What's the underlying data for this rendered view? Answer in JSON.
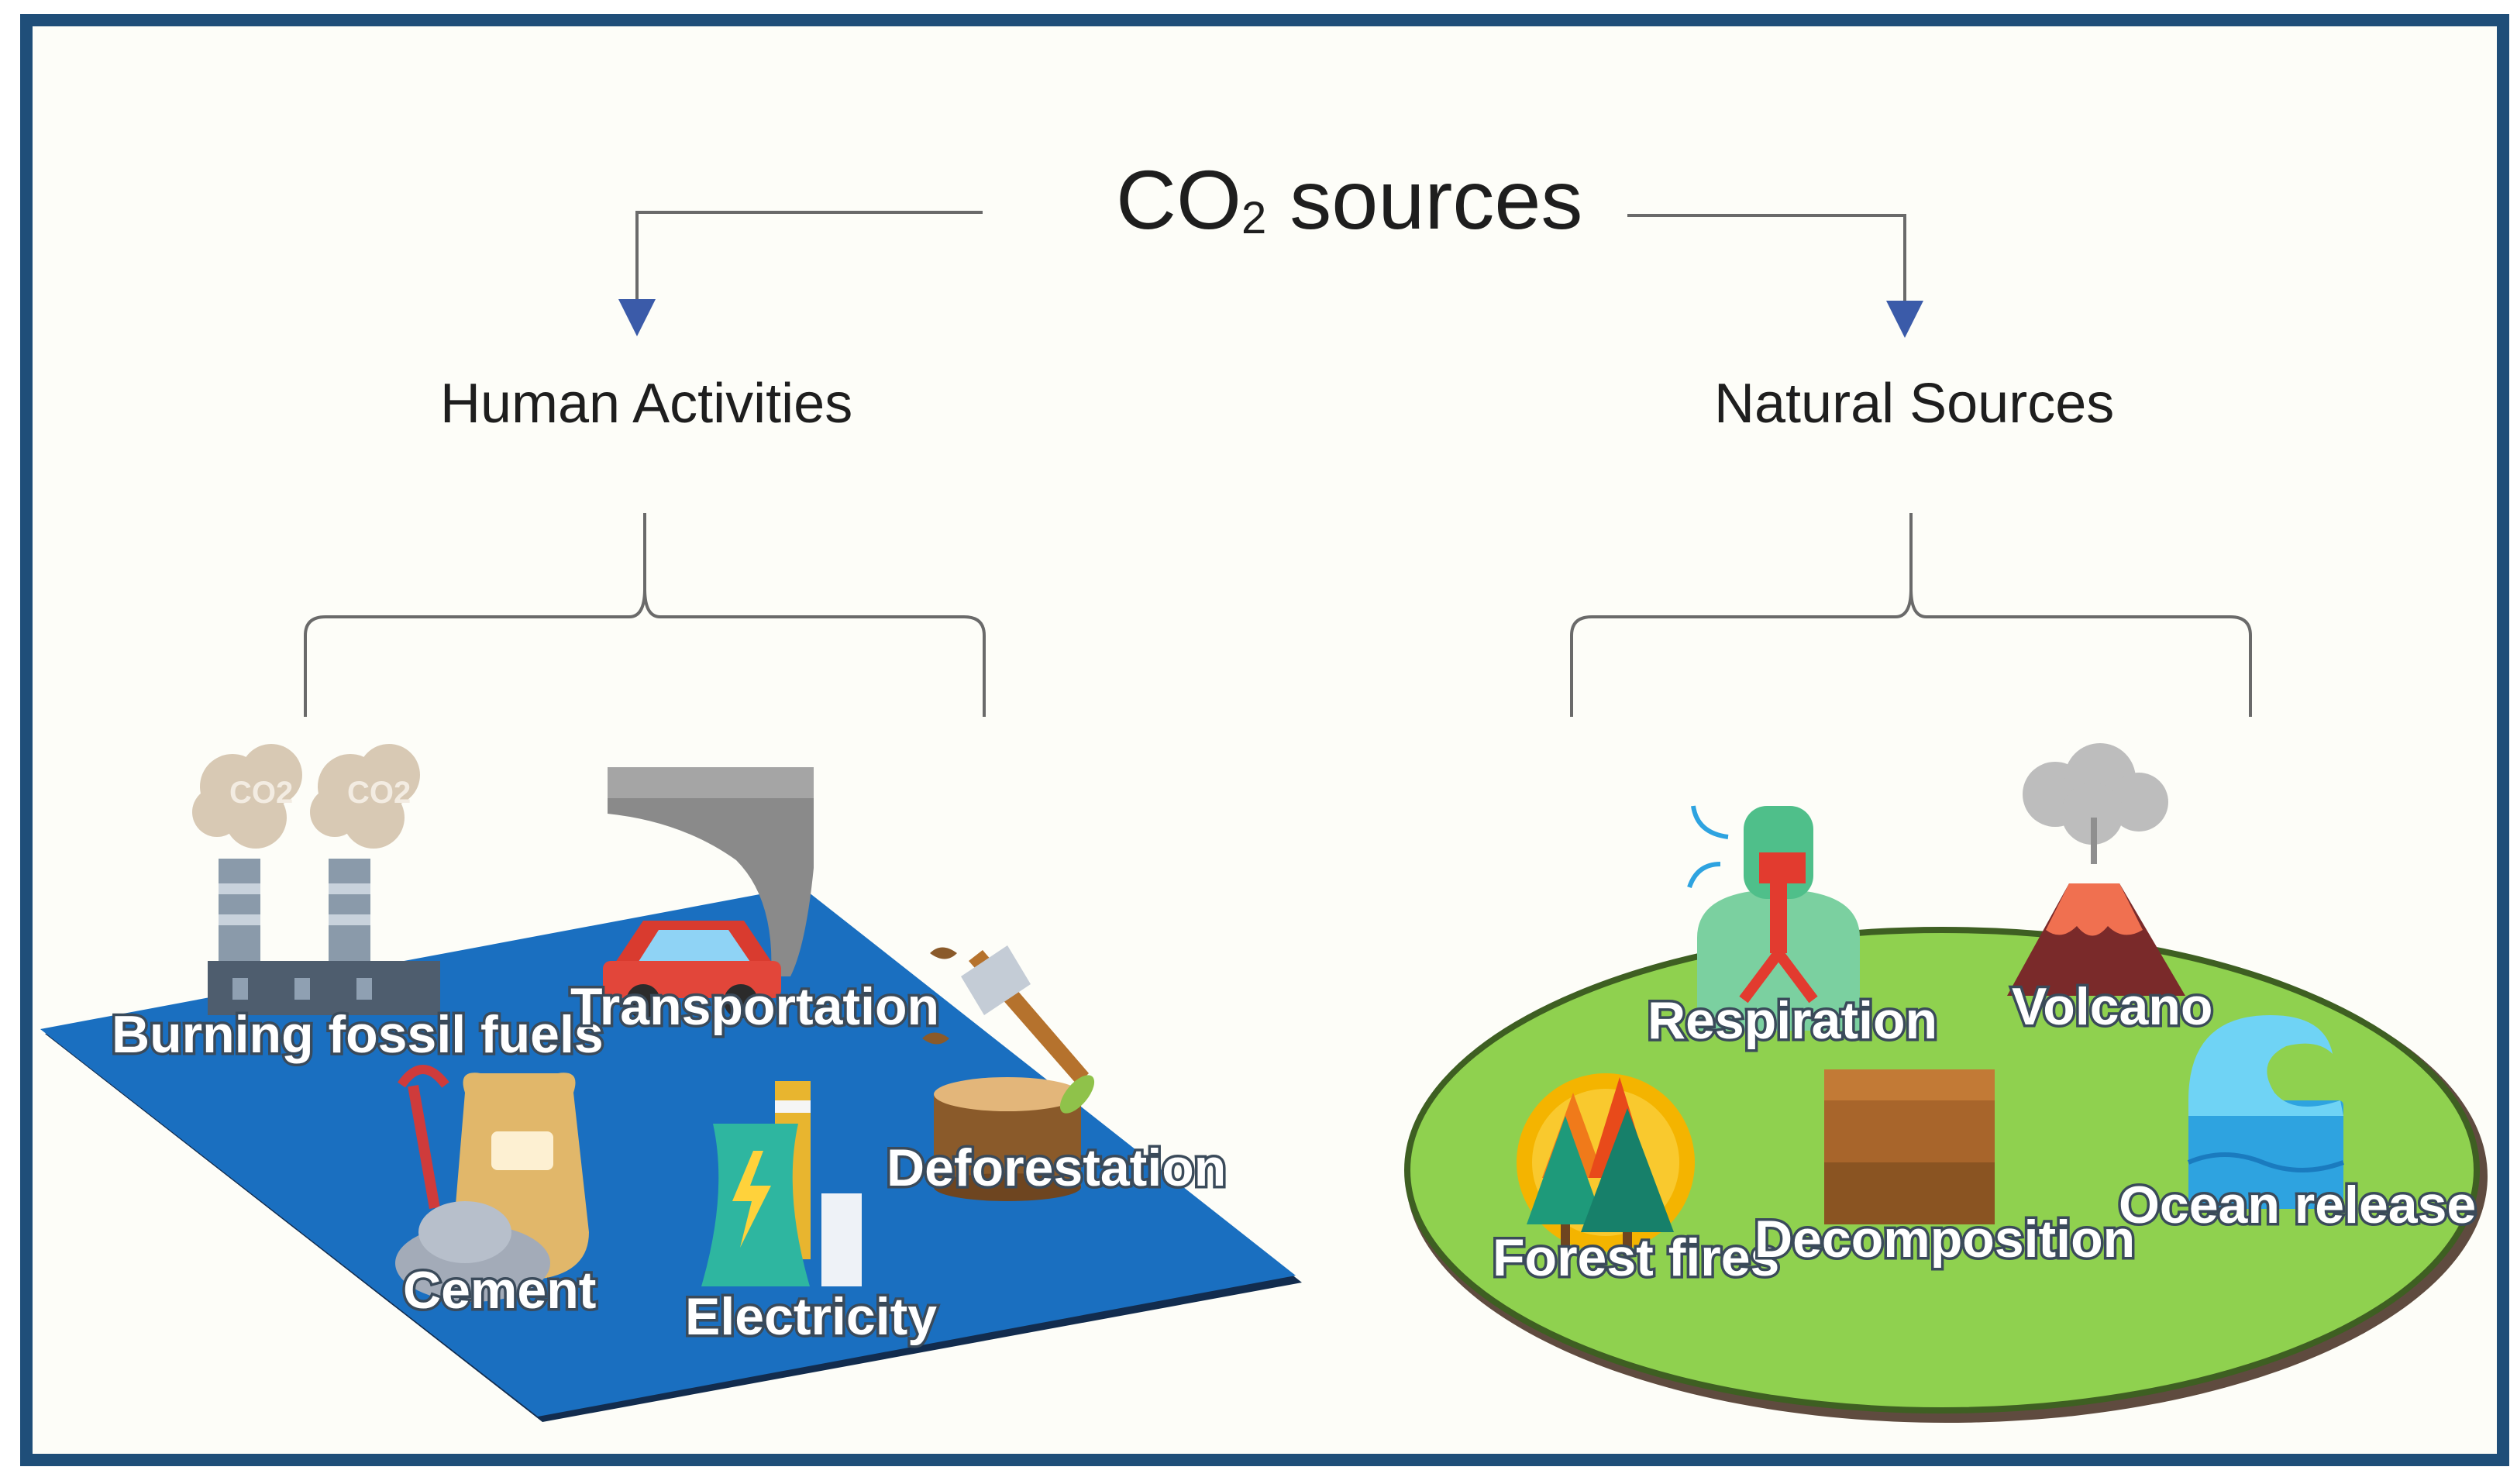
{
  "title": {
    "main": "CO",
    "sub": "2",
    "rest": " sources"
  },
  "branches": {
    "human": {
      "heading": "Human Activities",
      "items": [
        "Burning fossil fuels",
        "Transportation",
        "Cement",
        "Electricity",
        "Deforestation"
      ]
    },
    "natural": {
      "heading": "Natural Sources",
      "items": [
        "Respiration",
        "Volcano",
        "Forest fires",
        "Decomposition",
        "Ocean release"
      ]
    }
  },
  "icon_text": {
    "co2_cloud": "CO2"
  },
  "colors": {
    "frame": "#1f4e79",
    "background": "#fdfdf8",
    "human_platform": "#1a6fc0",
    "natural_ground": "#8fd14f",
    "connector": "#6a6a6a"
  }
}
